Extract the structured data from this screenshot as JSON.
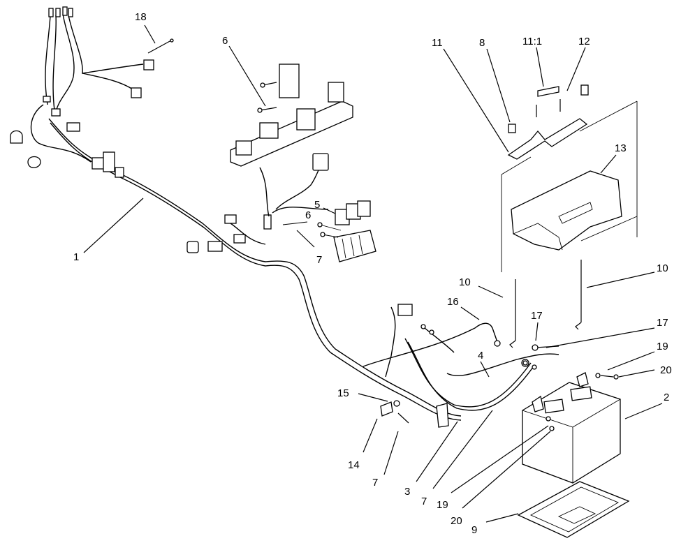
{
  "callouts": [
    {
      "id": "c18",
      "text": "18"
    },
    {
      "id": "c6a",
      "text": "6"
    },
    {
      "id": "c11",
      "text": "11"
    },
    {
      "id": "c8",
      "text": "8"
    },
    {
      "id": "c11_1",
      "text": "11:1"
    },
    {
      "id": "c12",
      "text": "12"
    },
    {
      "id": "c13",
      "text": "13"
    },
    {
      "id": "c5",
      "text": "5"
    },
    {
      "id": "c6b",
      "text": "6"
    },
    {
      "id": "c7a",
      "text": "7"
    },
    {
      "id": "c1",
      "text": "1"
    },
    {
      "id": "c10a",
      "text": "10"
    },
    {
      "id": "c10b",
      "text": "10"
    },
    {
      "id": "c16",
      "text": "16"
    },
    {
      "id": "c17a",
      "text": "17"
    },
    {
      "id": "c17b",
      "text": "17"
    },
    {
      "id": "c19a",
      "text": "19"
    },
    {
      "id": "c20a",
      "text": "20"
    },
    {
      "id": "c4",
      "text": "4"
    },
    {
      "id": "c2",
      "text": "2"
    },
    {
      "id": "c15",
      "text": "15"
    },
    {
      "id": "c14",
      "text": "14"
    },
    {
      "id": "c7b",
      "text": "7"
    },
    {
      "id": "c3",
      "text": "3"
    },
    {
      "id": "c7c",
      "text": "7"
    },
    {
      "id": "c19b",
      "text": "19"
    },
    {
      "id": "c20b",
      "text": "20"
    },
    {
      "id": "c9",
      "text": "9"
    }
  ]
}
